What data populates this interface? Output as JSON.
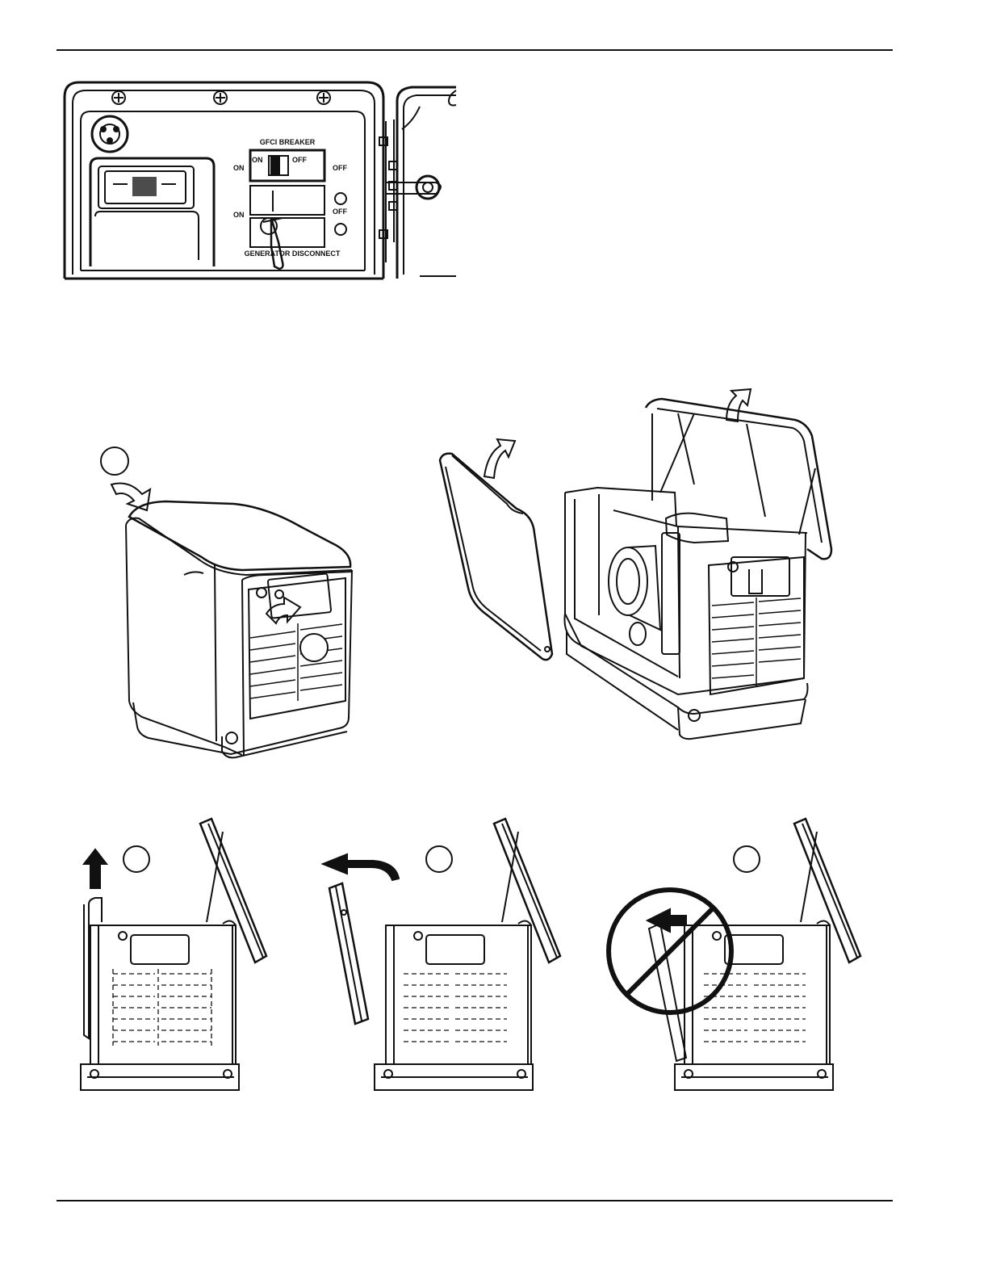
{
  "panel": {
    "gfci_breaker_label": "GFCI BREAKER",
    "gfci_on_left": "ON",
    "gfci_off_right": "OFF",
    "gfci_switch_on": "ON",
    "gfci_switch_off": "OFF",
    "disconnect_on_left": "ON",
    "disconnect_off_right": "OFF",
    "disconnect_label": "GENERATOR DISCONNECT"
  },
  "colors": {
    "line": "#111111",
    "background": "#ffffff"
  },
  "icons": [
    "callout-circle",
    "arrow-up",
    "arrow-left",
    "curved-arrow",
    "prohibition-sign"
  ]
}
